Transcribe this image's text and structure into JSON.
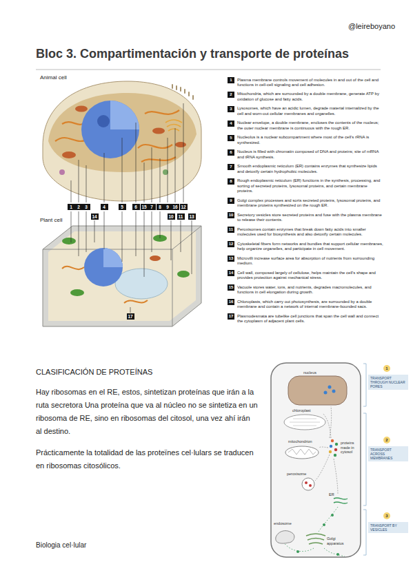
{
  "diagram": {
    "title": "Bloc 3. Compartimentación y transporte de proteínas",
    "labels": [
      "@leireboyano",
      "Animal cell",
      "Plant cell",
      "1",
      "2",
      "3",
      "4",
      "5",
      "6",
      "15",
      "7",
      "8",
      "9",
      "16",
      "12",
      "14",
      "10",
      "11",
      "13",
      "17",
      "1",
      "Plasma membrane controls movement of molecules in and out of the cell and functions in cell-cell signaling and cell adhesion.",
      "2",
      "Mitochondria, which are surrounded by a double membrane, generate ATP by oxidation of glucose and fatty acids.",
      "3",
      "Lysosomes, which have an acidic lumen, degrade material internalized by the cell and worn-out cellular membranes and organelles.",
      "4",
      "Nuclear envelope, a double membrane, encloses the contents of the nucleus; the outer nuclear membrane is continuous with the rough ER.",
      "5",
      "Nucleolus is a nuclear subcompartment where most of the cell's rRNA is synthesized.",
      "6",
      "Nucleus is filled with chromatin composed of DNA and proteins; site of mRNA and tRNA synthesis.",
      "7",
      "Smooth endoplasmic reticulum (ER) contains enzymes that synthesize lipids and detoxify certain hydrophobic molecules.",
      "8",
      "Rough endoplasmic reticulum (ER) functions in the synthesis, processing, and sorting of secreted proteins, lysosomal proteins, and certain membrane proteins.",
      "9",
      "Golgi complex processes and sorts secreted proteins, lysosomal proteins, and membrane proteins synthesized on the rough ER.",
      "10",
      "Secretory vesicles store secreted proteins and fuse with the plasma membrane to release their contents.",
      "11",
      "Peroxisomes contain enzymes that break down fatty acids into smaller molecules used for biosynthesis and also detoxify certain molecules.",
      "12",
      "Cytoskeletal fibers form networks and bundles that support cellular membranes, help organize organelles, and participate in cell movement.",
      "13",
      "Microvilli increase surface area for absorption of nutrients from surrounding medium.",
      "14",
      "Cell wall, composed largely of cellulose, helps maintain the cell's shape and provides protection against mechanical stress.",
      "15",
      "Vacuole stores water, ions, and nutrients, degrades macromolecules, and functions in cell elongation during growth.",
      "16",
      "Chloroplasts, which carry out photosynthesis, are surrounded by a double membrane and contain a network of internal membrane-bounded sacs.",
      "17",
      "Plasmodesmata are tubelike cell junctions that span the cell wall and connect the cytoplasm of adjacent plant cells.",
      "CLASIFICACIÓN DE PROTEÍNAS",
      "Hay ribosomas en el RE, estos, sintetizan proteínas que irán a la ruta secretora Una proteína que va al núcleo no se sintetiza en un ribosoma de RE, sino en ribosomas del citosol, una vez ahí irán al destino.",
      "Prácticamente la totalidad de las proteïnes cel·lulars se traducen en ribosomas citosólicos.",
      "Biologia cel·lular",
      "nucleus",
      "chloroplast",
      "mitochondrion",
      "proteins made in cytosol",
      "peroxisome",
      "ER",
      "endosome",
      "Golgi apparatus",
      "1",
      "TRANSPORT THROUGH NUCLEAR PORES",
      "2",
      "TRANSPORT ACROSS MEMBRANES",
      "3",
      "TRANSPORT BY VESICLES"
    ]
  }
}
